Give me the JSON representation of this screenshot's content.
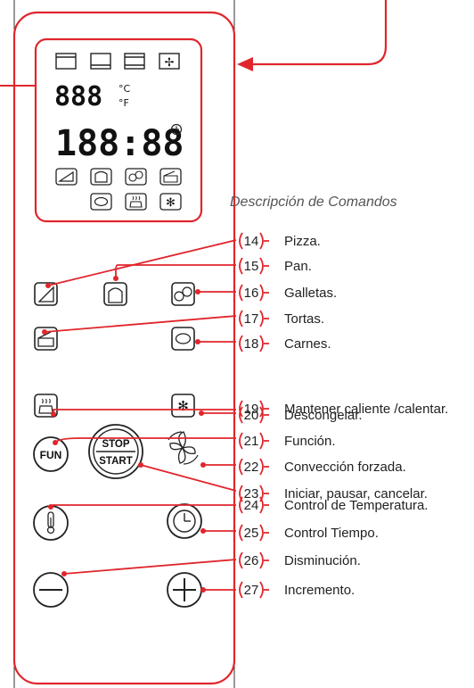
{
  "description": "Descripción de Comandos",
  "display": {
    "temp_digits": "888",
    "unit_c": "°C",
    "unit_f": "°F",
    "time_digits": "188:88"
  },
  "buttons": {
    "fun": "FUN",
    "stop": "STOP",
    "start": "START"
  },
  "callouts": [
    {
      "number": "14",
      "label": "Pizza."
    },
    {
      "number": "15",
      "label": "Pan."
    },
    {
      "number": "16",
      "label": "Galletas."
    },
    {
      "number": "17",
      "label": "Tortas."
    },
    {
      "number": "18",
      "label": "Carnes."
    },
    {
      "number": "19",
      "label": "Mantener caliente /calentar."
    },
    {
      "number": "20",
      "label": "Descongelar."
    },
    {
      "number": "21",
      "label": "Función."
    },
    {
      "number": "22",
      "label": "Convección forzada."
    },
    {
      "number": "23",
      "label": "Iniciar, pausar, cancelar."
    },
    {
      "number": "24",
      "label": "Control de Temperatura."
    },
    {
      "number": "25",
      "label": "Control Tiempo."
    },
    {
      "number": "26",
      "label": "Disminución."
    },
    {
      "number": "27",
      "label": "Incremento."
    }
  ],
  "colors": {
    "accent": "#e0262c",
    "outline": "#1a1a1a"
  }
}
